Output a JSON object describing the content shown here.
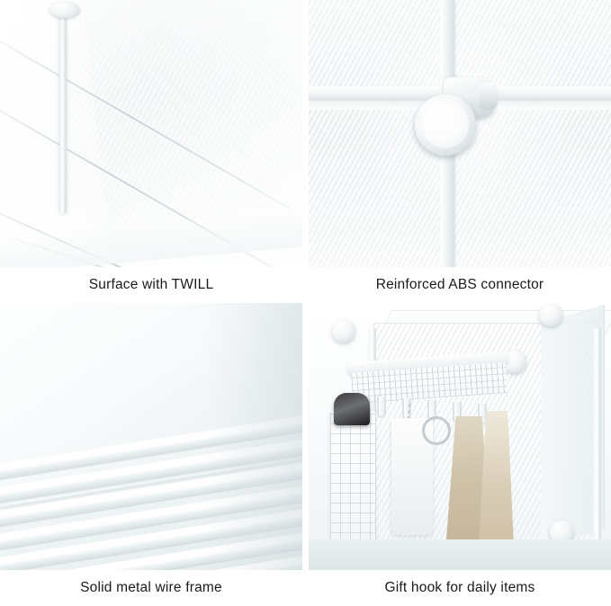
{
  "page": {
    "title": "Storage cube product feature grid",
    "layout": "2x2",
    "background_color": "#ffffff",
    "text_color": "#1a1a1a"
  },
  "panels": [
    {
      "id": "panel-twill",
      "caption": "Surface with TWILL",
      "subject": "close-up of translucent white storage panel showing diagonal twill texture with metal rod and cap",
      "position": "top-left",
      "colors": {
        "primary": "#fbfcfc",
        "texture_line": "#dee4e6",
        "edge": "#c6ced2"
      }
    },
    {
      "id": "panel-connector",
      "caption": "Reinforced ABS connector",
      "subject": "white plastic cross connector joining four mesh panels",
      "position": "top-right",
      "colors": {
        "primary": "#f7f9fa",
        "texture_line": "#d6dee2",
        "connector": "#dfe5e8"
      }
    },
    {
      "id": "panel-frame",
      "caption": "Solid metal wire frame",
      "subject": "stack of white storage panel sheets viewed from the corner edge",
      "position": "bottom-left",
      "colors": {
        "primary": "#f1f5f6",
        "sheet_top": "#ffffff",
        "sheet_edge": "#d9e1e4"
      }
    },
    {
      "id": "panel-hook",
      "caption": "Gift hook for daily items",
      "subject": "assembled cube with side hook rail holding an umbrella, bag, keys and scarves",
      "position": "bottom-right",
      "colors": {
        "primary": "#fafcfc",
        "umbrella": "#1d1d1f",
        "scarf": "#cdbfa4"
      }
    }
  ]
}
